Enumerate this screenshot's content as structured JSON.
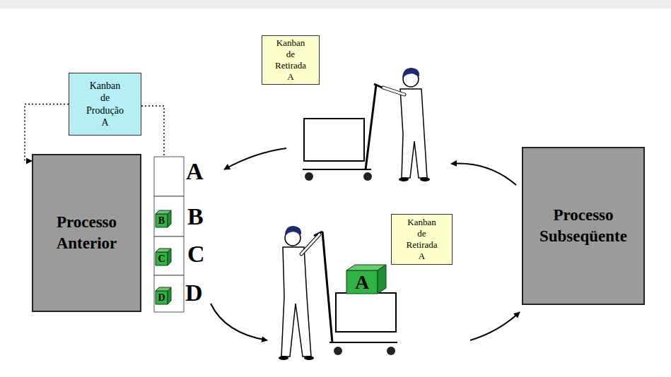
{
  "diagram": {
    "nodes": [
      {
        "text": [
          "Kanban de Produção A"
        ]
      },
      {
        "text": [
          "Kanban de Retirada A"
        ]
      },
      {
        "text": [
          "Processo Anterior"
        ]
      },
      {
        "text": [
          "B"
        ]
      },
      {
        "text": [
          "C"
        ]
      },
      {
        "text": [
          "D"
        ]
      },
      {
        "text": [
          "Processo Subseqüente"
        ]
      },
      {
        "text": [
          "A"
        ]
      },
      {
        "text": [
          "Kanban de Retirada A"
        ]
      }
    ],
    "edges": [
      {
        "from": 0,
        "to": 2,
        "arrow": "to"
      }
    ],
    "labels": [
      "A",
      "B",
      "C",
      "D"
    ]
  }
}
